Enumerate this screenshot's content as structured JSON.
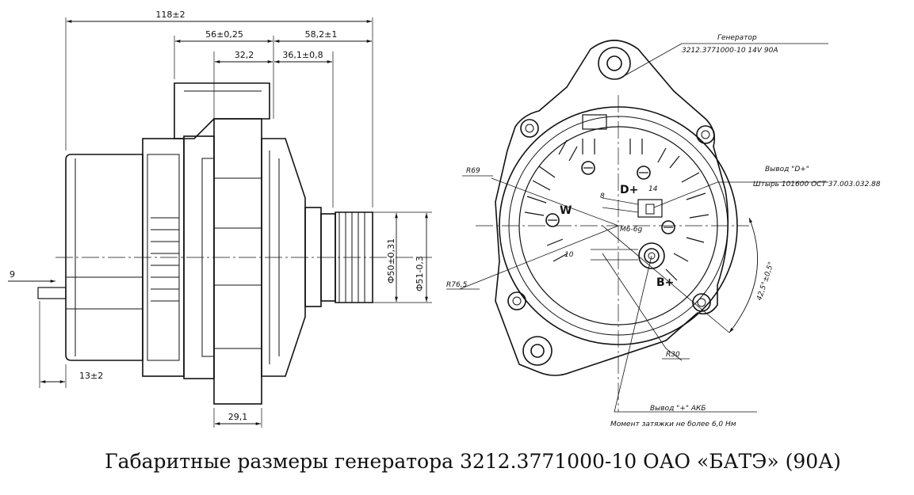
{
  "side_view": {
    "dim_overall": "118±2",
    "dim_56": "56±0,25",
    "dim_58": "58,2±1",
    "dim_32": "32,2",
    "dim_36": "36,1±0,8",
    "dim_9": "9",
    "dim_13": "13±2",
    "dim_29": "29,1",
    "dim_d50": "Ф50±0,31",
    "dim_d51": "Ф51-0,3"
  },
  "front_view": {
    "generator_label": "Генератор",
    "generator_model": "3212.3771000-10 14V 90А",
    "terminal_d_label": "Вывод \"D+\"",
    "terminal_d_spec": "Штырь 101600 ОСТ 37.003.032.88",
    "terminal_b_label": "Вывод \"+\" АКБ",
    "terminal_b_spec": "Момент затяжки не более 6,0 Нм",
    "r69": "R69",
    "r76": "R76,5",
    "r30": "R30",
    "angle": "42,5°±0,5°",
    "d_plus": "D+",
    "b_plus": "B+",
    "w": "W",
    "m6": "M6-6g",
    "dim_8": "8",
    "dim_10": "10",
    "dim_14": "14"
  },
  "caption": {
    "text": "Габаритные размеры генератора 3212.3771000-10 ОАО «БАТЭ» (90А)"
  }
}
